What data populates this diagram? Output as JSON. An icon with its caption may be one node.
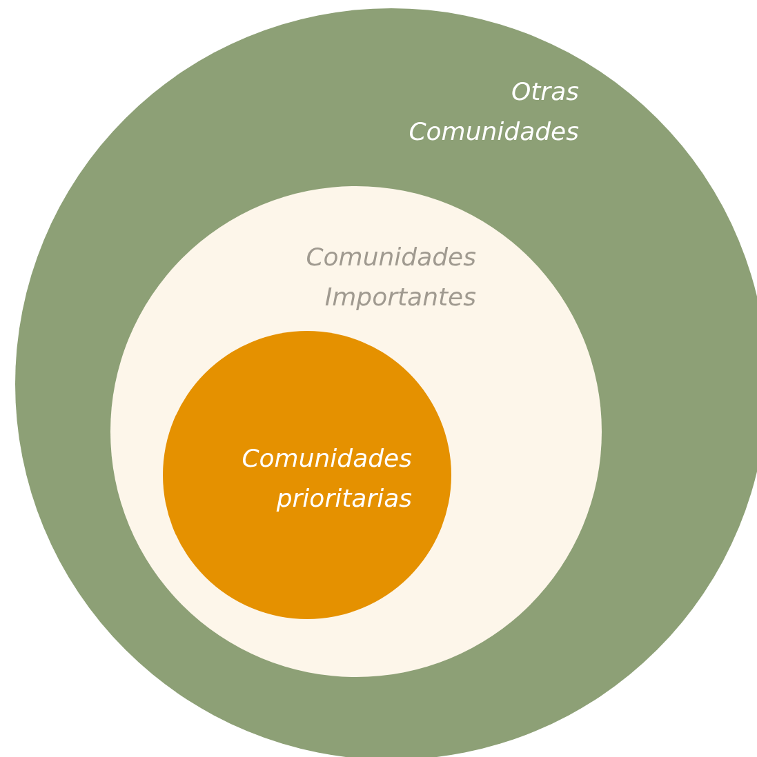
{
  "diagram": {
    "nodes": [
      {
        "text": [
          "Otras Comunidades"
        ]
      },
      {
        "text": [
          "Comunidades Importantes"
        ],
        "in": 0
      },
      {
        "text": [
          "Comunidades prioritarias"
        ],
        "in": 1
      }
    ]
  }
}
